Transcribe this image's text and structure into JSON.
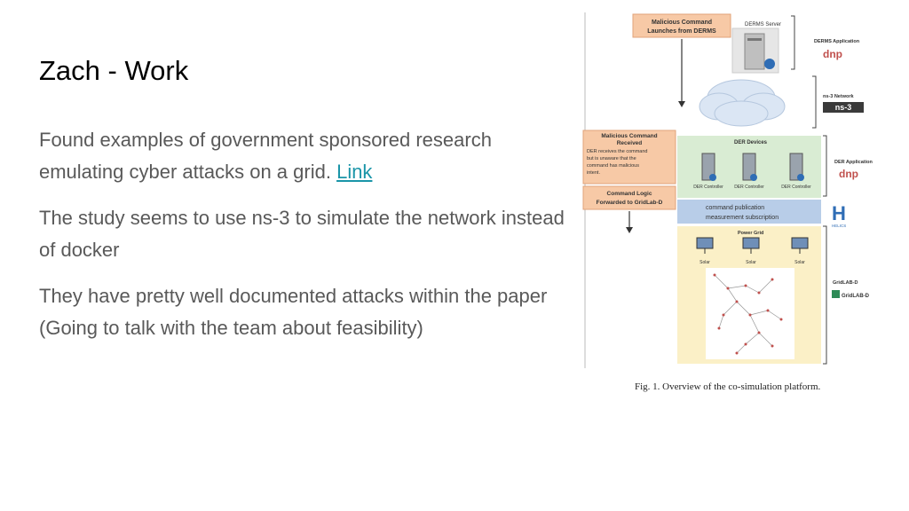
{
  "slide": {
    "title": "Zach - Work",
    "bullet1": {
      "text": "Found examples of government sponsored research emulating cyber attacks on a grid.",
      "link": "Link"
    },
    "bullet2": "The study seems to use ns-3 to simulate the network instead of docker",
    "bullet3": "They have pretty well documented attacks within the paper (Going to talk with the team about feasibility)"
  },
  "figure": {
    "malicious_launch": [
      "Malicious Command",
      "Launches from DERMS"
    ],
    "derms_server": "DERMS Server",
    "derms_application": "DERMS Application",
    "ns3_network": "ns-3 Network",
    "ns3_logo": "ns-3",
    "dnp_logo": "dnp",
    "malicious_received_title": [
      "Malicious Command",
      "Received"
    ],
    "malicious_received_body": [
      "DER receives the command",
      "but is unaware that the",
      "command has malicious",
      "intent."
    ],
    "der_devices": "DER Devices",
    "der_controller": "DER Controller",
    "der_application": "DER Application",
    "command_logic": [
      "Command Logic",
      "Forwarded to GridLab-D"
    ],
    "command_publication": "command publication",
    "measurement_subscription": "measurement subscription",
    "helics_letter": "H",
    "helics_label": "HELICS",
    "power_grid": "Power Grid",
    "solar": "Solar",
    "gridlabd": "GridLAB-D",
    "gridlabd_logo": "GridLAB-D",
    "caption": "Fig. 1.  Overview of the co-simulation platform."
  },
  "colors": {
    "orange_box": "#f7c9a6",
    "green_band": "#d9ecd3",
    "blue_band": "#b8cde8",
    "yellow_band": "#fbf0c7",
    "link": "#1a95a8"
  }
}
